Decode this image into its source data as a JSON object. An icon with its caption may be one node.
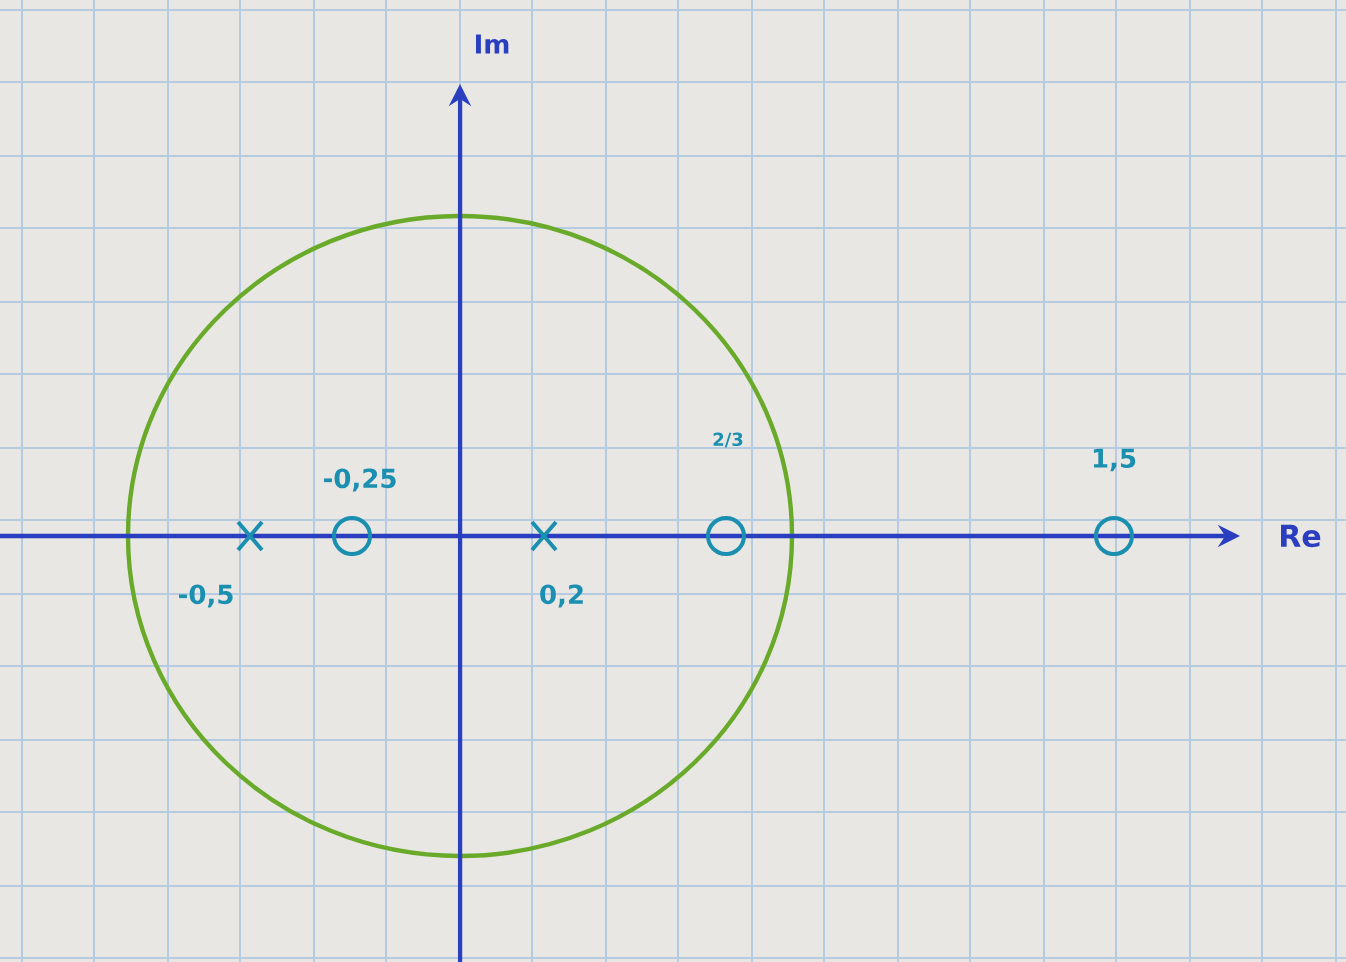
{
  "diagram": {
    "labels": [
      "Im",
      "-0,25",
      "2/3",
      "1,5",
      "Re",
      "-0,5",
      "0,2"
    ]
  }
}
